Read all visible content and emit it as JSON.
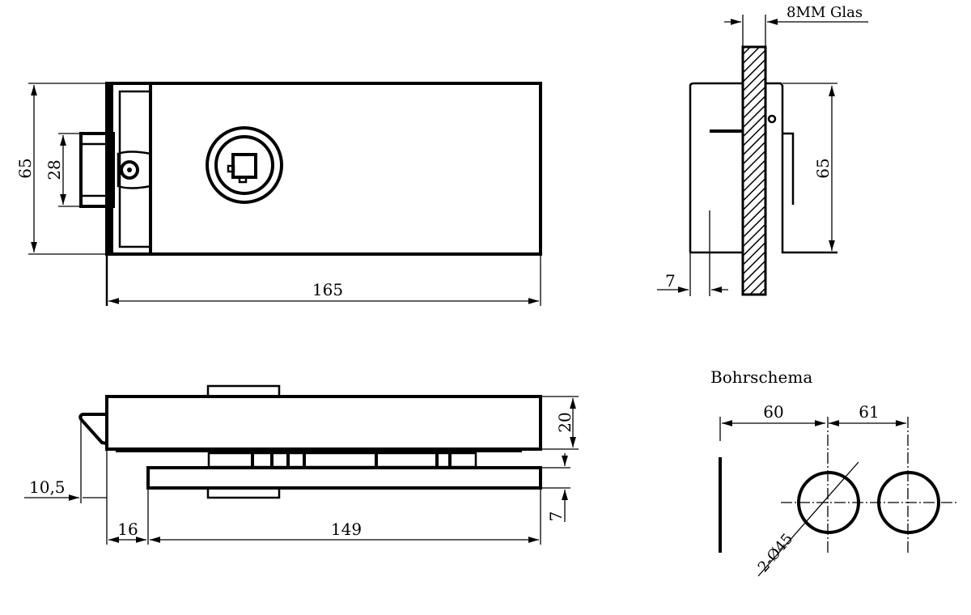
{
  "title": "Bohrschema",
  "glass_label": "8MM Glas",
  "hole_label": "2-Ø45",
  "colors": {
    "ink": "#000000",
    "background": "#ffffff"
  },
  "top_view": {
    "height": "65",
    "hinge_height": "28",
    "length": "165"
  },
  "side_view": {
    "height": "65",
    "offset": "7"
  },
  "bottom_view": {
    "thickness": "20",
    "plate": "7",
    "latch": "10,5",
    "offset": "16",
    "plate_length": "149"
  },
  "drilling": {
    "edge_to_hole": "60",
    "hole_spacing": "61"
  }
}
